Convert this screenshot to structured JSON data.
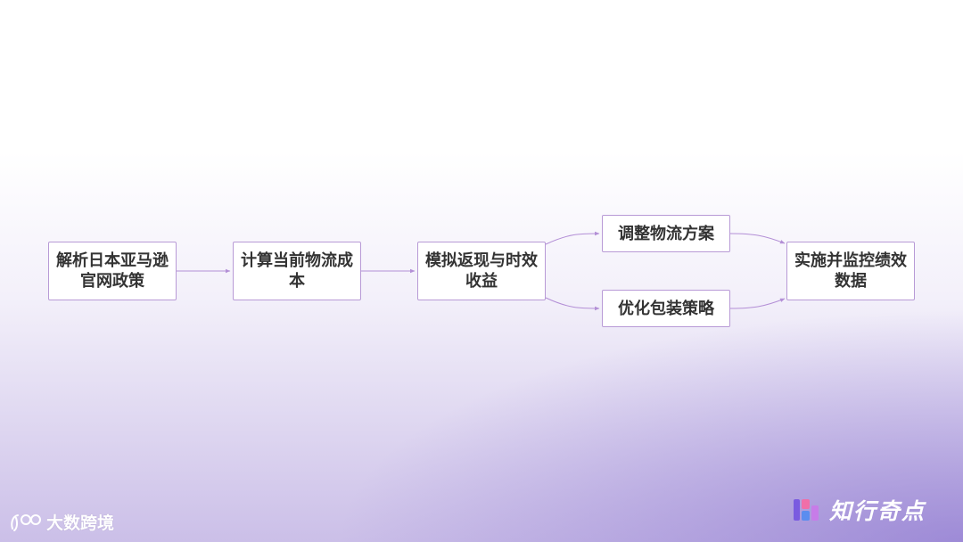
{
  "diagram": {
    "nodes": {
      "parse_policy": "解析日本亚马逊官网政策",
      "calc_cost": "计算当前物流成本",
      "simulate": "模拟返现与时效收益",
      "adjust_plan": "调整物流方案",
      "optimize_pack": "优化包装策略",
      "implement": "实施并监控绩效数据"
    },
    "edges": [
      {
        "from": "parse_policy",
        "to": "calc_cost"
      },
      {
        "from": "calc_cost",
        "to": "simulate"
      },
      {
        "from": "simulate",
        "to": "adjust_plan"
      },
      {
        "from": "simulate",
        "to": "optimize_pack"
      },
      {
        "from": "adjust_plan",
        "to": "implement"
      },
      {
        "from": "optimize_pack",
        "to": "implement"
      }
    ],
    "colors": {
      "node_border": "#b89ad6",
      "edge": "#b38fd6",
      "text": "#333333"
    }
  },
  "footer": {
    "watermark": "大数跨境",
    "watermark_icon": "dashuju-logo-icon",
    "brand": "知行奇点",
    "brand_icon": "zhixing-logo-icon"
  }
}
